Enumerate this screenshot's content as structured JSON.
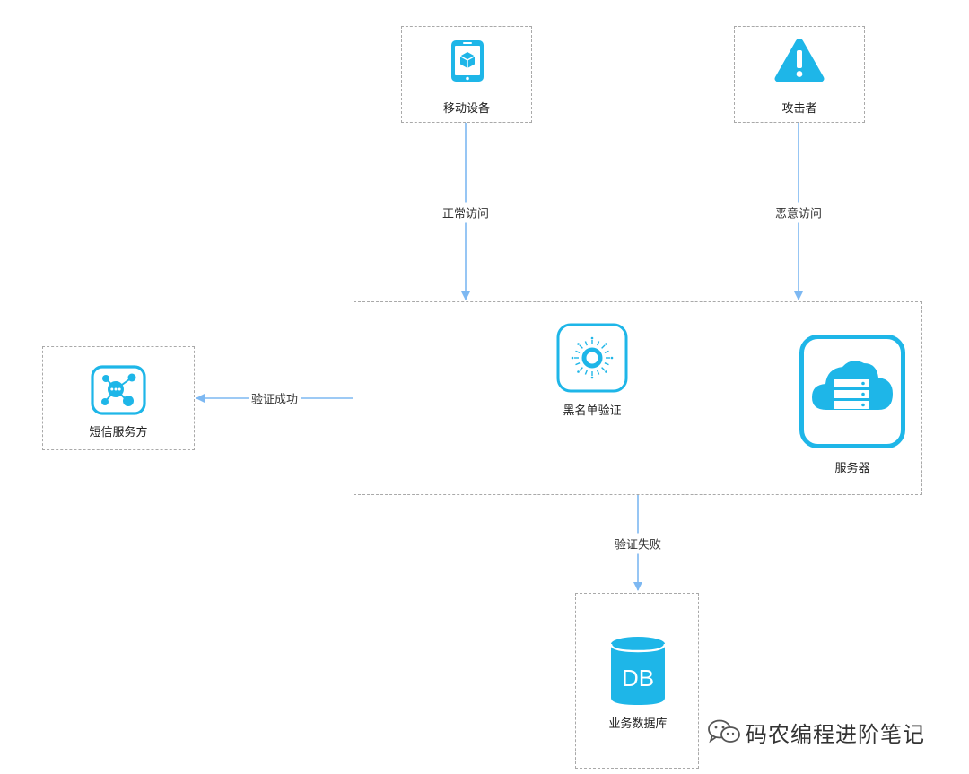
{
  "nodes": {
    "mobile": {
      "label": "移动设备",
      "icon": "mobile-phone-icon"
    },
    "attacker": {
      "label": "攻击者",
      "icon": "warning-icon"
    },
    "sms": {
      "label": "短信服务方",
      "icon": "sms-chat-icon"
    },
    "blacklist": {
      "label": "黑名单验证",
      "icon": "blacklist-ring-icon"
    },
    "server": {
      "label": "服务器",
      "icon": "cloud-server-icon"
    },
    "database": {
      "label": "业务数据库",
      "icon": "database-icon",
      "icon_text": "DB"
    }
  },
  "edges": {
    "normal_access": "正常访问",
    "malicious_access": "恶意访问",
    "verify_success": "验证成功",
    "verify_fail": "验证失败"
  },
  "watermark": {
    "text": "码农编程进阶笔记",
    "icon": "wechat-icon"
  },
  "colors": {
    "icon_blue": "#1EB6E8",
    "arrow_blue": "#7DB8F2",
    "border_gray": "#A9A9A9"
  }
}
